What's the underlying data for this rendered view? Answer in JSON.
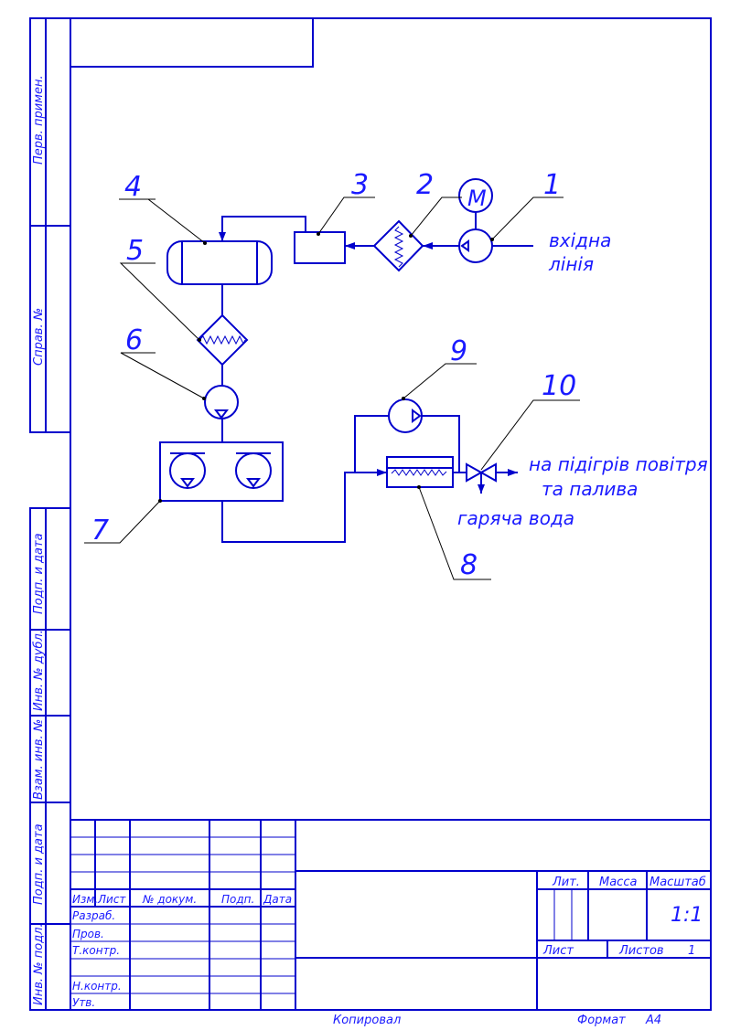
{
  "side_stamps": {
    "perv_primen": "Перв. примен.",
    "sprav_no": "Справ. №",
    "podp_data_1": "Подп. и дата",
    "inv_dubl": "Инв. № дубл.",
    "vzam_inv": "Взам. инв. №",
    "podp_data_2": "Подп. и дата",
    "inv_podl": "Инв. № подл."
  },
  "title_block": {
    "col_izm": "Изм.",
    "col_list": "Лист",
    "col_dokum": "№ докум.",
    "col_podp": "Подп.",
    "col_data": "Дата",
    "row_razrab": "Разраб.",
    "row_prov": "Пров.",
    "row_tkontr": "Т.контр.",
    "row_nkontr": "Н.контр.",
    "row_utv": "Утв.",
    "lit": "Лит.",
    "massa": "Масса",
    "masshtab": "Масштаб",
    "scale_value": "1:1",
    "list": "Лист",
    "listov": "Листов",
    "listov_value": "1"
  },
  "footer": {
    "kopiroval": "Копировал",
    "format": "Формат",
    "format_value": "A4"
  },
  "diagram": {
    "labels": [
      "1",
      "2",
      "3",
      "4",
      "5",
      "6",
      "7",
      "8",
      "9",
      "10"
    ],
    "motor": "M",
    "inlet_line_1": "вхідна",
    "inlet_line_2": "лінія",
    "outlet_1": "на підігрів повітря",
    "outlet_2": "та палива",
    "hot_water": "гаряча вода"
  }
}
